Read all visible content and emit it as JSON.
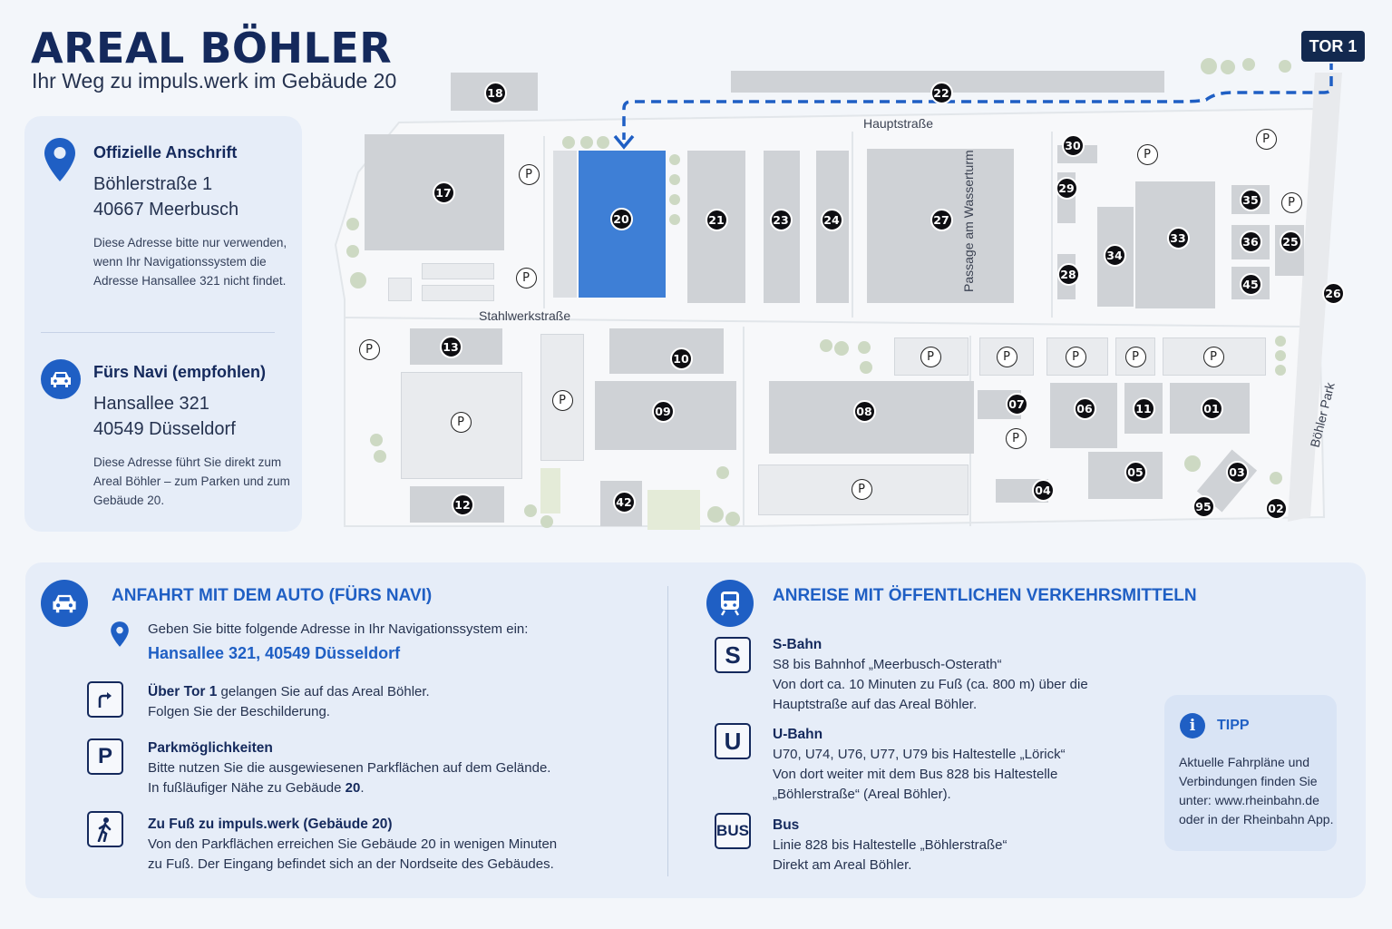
{
  "header": {
    "title": "AREAL BÖHLER",
    "subtitle": "Ihr Weg zu impuls.werk im Gebäude 20"
  },
  "address_card": {
    "official": {
      "heading": "Offizielle Anschrift",
      "street": "Böhlerstraße 1",
      "city": "40667 Meerbusch",
      "note": "Diese Adresse bitte nur verwenden, wenn Ihr Navigations­system die Adresse Hansallee 321 nicht findet.",
      "icon": "map-pin-icon"
    },
    "navi": {
      "heading": "Fürs Navi (empfohlen)",
      "street": "Hansallee 321",
      "city": "40549 Düsseldorf",
      "note": "Diese Adresse führt Sie direkt zum Areal Böhler – zum Parken und zum Gebäude 20.",
      "icon": "car-icon"
    }
  },
  "map": {
    "gate_label": "TOR 1",
    "streets": {
      "main": "Hauptstraße",
      "steel": "Stahlwerkstraße",
      "passage": "Passage am Wasserturm",
      "park": "Böhler Park"
    },
    "highlight_building": "20",
    "buildings": [
      "18",
      "22",
      "17",
      "20",
      "21",
      "23",
      "24",
      "27",
      "30",
      "29",
      "28",
      "34",
      "33",
      "35",
      "36",
      "25",
      "45",
      "26",
      "13",
      "10",
      "09",
      "08",
      "07",
      "06",
      "11",
      "01",
      "12",
      "42",
      "04",
      "05",
      "03",
      "95",
      "02"
    ],
    "parking_symbol": "P",
    "accent_color": "#1f5fc4",
    "building_color": "#cfd2d6"
  },
  "car_section": {
    "title": "ANFAHRT MIT DEM AUTO (FÜRS NAVI)",
    "intro": "Geben Sie bitte folgende Adresse in Ihr Navigationssystem ein:",
    "address": "Hansallee 321, 40549 Düsseldorf",
    "items": [
      {
        "icon": "turn-right-icon",
        "head": "Über Tor 1",
        "text1": " gelangen Sie auf das Areal Böhler.",
        "text2": "Folgen Sie der Beschilderung."
      },
      {
        "icon": "parking-icon",
        "head": "Parkmöglichkeiten",
        "text1": "Bitte nutzen Sie die ausgewiesenen Parkflächen auf dem Gelände.",
        "text2_pre": "In fußläufiger Nähe zu Gebäude ",
        "text2_bold": "20",
        "text2_post": "."
      },
      {
        "icon": "walking-person-icon",
        "head": "Zu Fuß zu impuls.werk (Gebäude 20)",
        "text1": "Von den Parkflächen erreichen Sie Gebäude 20 in wenigen Minuten",
        "text2": "zu Fuß. Der Eingang befindet sich an der Nordseite des Gebäudes."
      }
    ],
    "parking_letter": "P"
  },
  "transit_section": {
    "title": "ANREISE MIT ÖFFENTLICHEN VERKEHRSMITTELN",
    "items": [
      {
        "badge": "S",
        "head": "S-Bahn",
        "lines": [
          "S8 bis Bahnhof „Meerbusch-Osterath“",
          "Von dort ca. 10 Minuten zu Fuß (ca. 800 m) über die",
          "Hauptstraße auf das Areal Böhler."
        ]
      },
      {
        "badge": "U",
        "head": "U-Bahn",
        "lines": [
          "U70, U74, U76, U77, U79 bis Haltestelle „Lörick“",
          "Von dort weiter mit dem Bus 828 bis Haltestelle",
          "„Böhlerstraße“ (Areal Böhler)."
        ]
      },
      {
        "badge": "BUS",
        "head": "Bus",
        "lines": [
          "Linie 828 bis Haltestelle „Böhlerstraße“",
          "Direkt am Areal Böhler."
        ]
      }
    ],
    "tipp": {
      "title": "TIPP",
      "text": "Aktuelle Fahrpläne und Verbindungen finden Sie unter: www.rheinbahn.de oder in der Rheinbahn App."
    }
  }
}
